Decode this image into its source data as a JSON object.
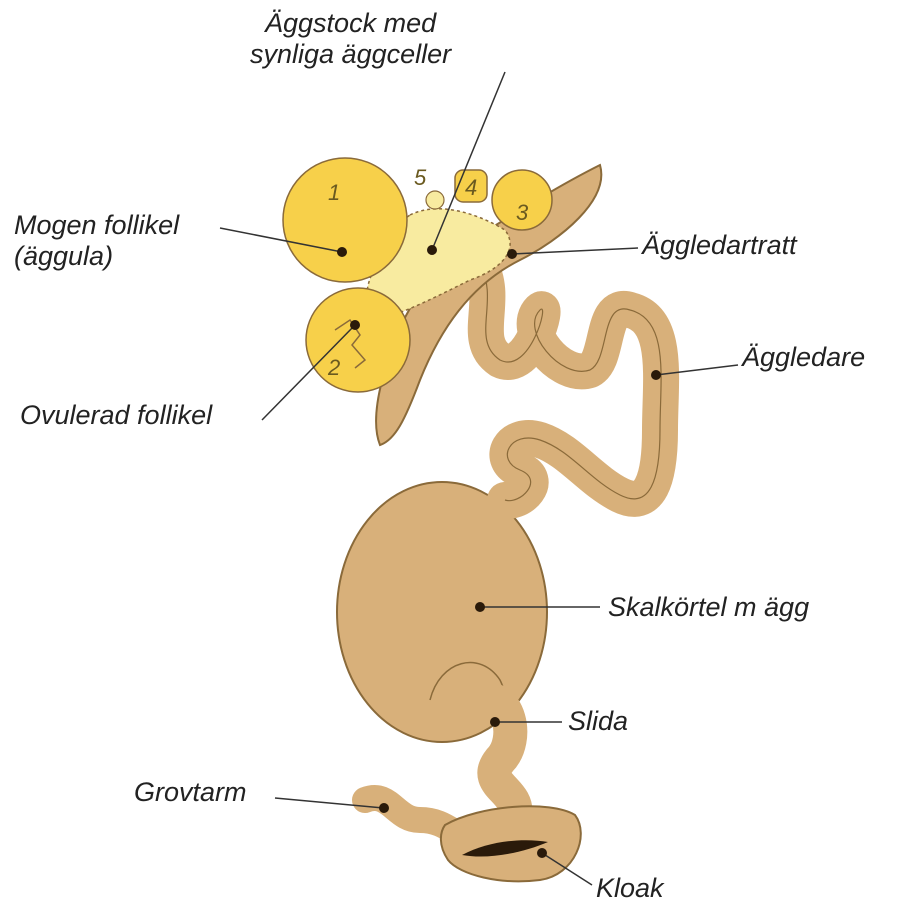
{
  "labels": {
    "ovary": [
      "Äggstock med",
      "synliga äggceller"
    ],
    "mature_follicle": [
      "Mogen follikel",
      "(äggula)"
    ],
    "infundibulum": "Äggledartratt",
    "oviduct": "Äggledare",
    "ovulated_follicle": "Ovulerad follikel",
    "shell_gland": "Skalkörtel m ägg",
    "vagina": "Slida",
    "colon": "Grovtarm",
    "cloaca": "Kloak"
  },
  "follicle_numbers": [
    "1",
    "2",
    "3",
    "4",
    "5"
  ],
  "colors": {
    "follicle_yellow": "#f7d04a",
    "ovary_pale": "#f8eba0",
    "tissue_tan": "#d8b07a",
    "outline": "#8a6a3a",
    "leader_line": "#333333",
    "dot": "#2a1a0a"
  }
}
